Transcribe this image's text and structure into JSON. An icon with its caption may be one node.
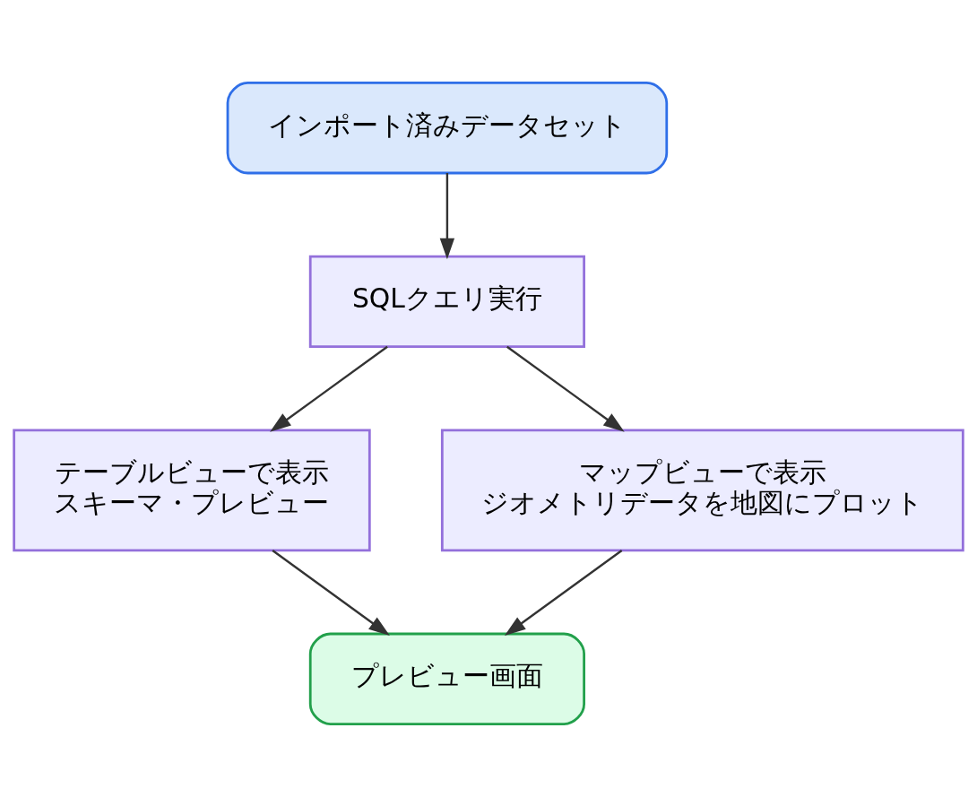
{
  "diagram": {
    "nodes": [
      {
        "text": [
          "インポート済みデータセット"
        ]
      },
      {
        "text": [
          "SQLクエリ実行"
        ]
      },
      {
        "text": [
          "テーブルビューで表示",
          "スキーマ・プレビュー"
        ]
      },
      {
        "text": [
          "マップビューで表示",
          "ジオメトリデータを地図にプロット"
        ]
      },
      {
        "text": [
          "プレビュー画面"
        ]
      }
    ],
    "edges": [
      {
        "from": 0,
        "to": 1,
        "arrow": "to"
      },
      {
        "from": 1,
        "to": 2,
        "arrow": "to"
      },
      {
        "from": 1,
        "to": 3,
        "arrow": "to"
      },
      {
        "from": 2,
        "to": 4,
        "arrow": "to"
      },
      {
        "from": 3,
        "to": 4,
        "arrow": "to"
      }
    ]
  }
}
